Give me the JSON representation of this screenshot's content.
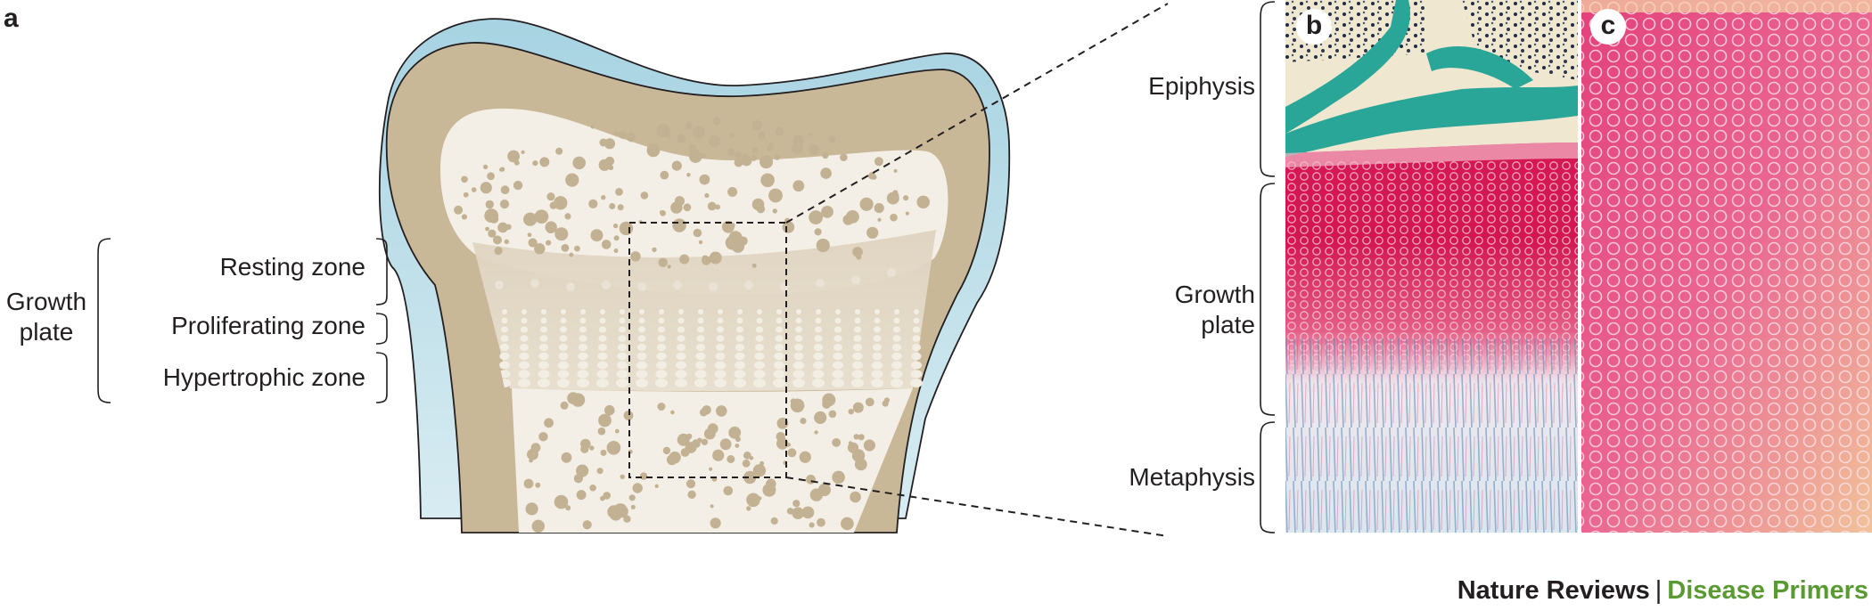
{
  "panel_labels": {
    "a": "a",
    "b": "b",
    "c": "c"
  },
  "growth_plate_label": {
    "line1": "Growth",
    "line2": "plate"
  },
  "zones": {
    "resting": "Resting zone",
    "proliferating": "Proliferating zone",
    "hypertrophic": "Hypertrophic zone"
  },
  "regions": {
    "epiphysis": "Epiphysis",
    "growth_plate": {
      "line1": "Growth",
      "line2": "plate"
    },
    "metaphysis": "Metaphysis"
  },
  "footer": {
    "brand": "Nature Reviews",
    "separator": "|",
    "series": "Disease Primers"
  },
  "colors": {
    "cartilage_blue": "#a9d6e3",
    "cortical_bone": "#c9b898",
    "trabecular_bg": "#f4efe6",
    "pore": "#c2b293",
    "stain_red": "#d41e56",
    "stain_teal": "#2aa698",
    "series_green": "#5a9a32"
  }
}
